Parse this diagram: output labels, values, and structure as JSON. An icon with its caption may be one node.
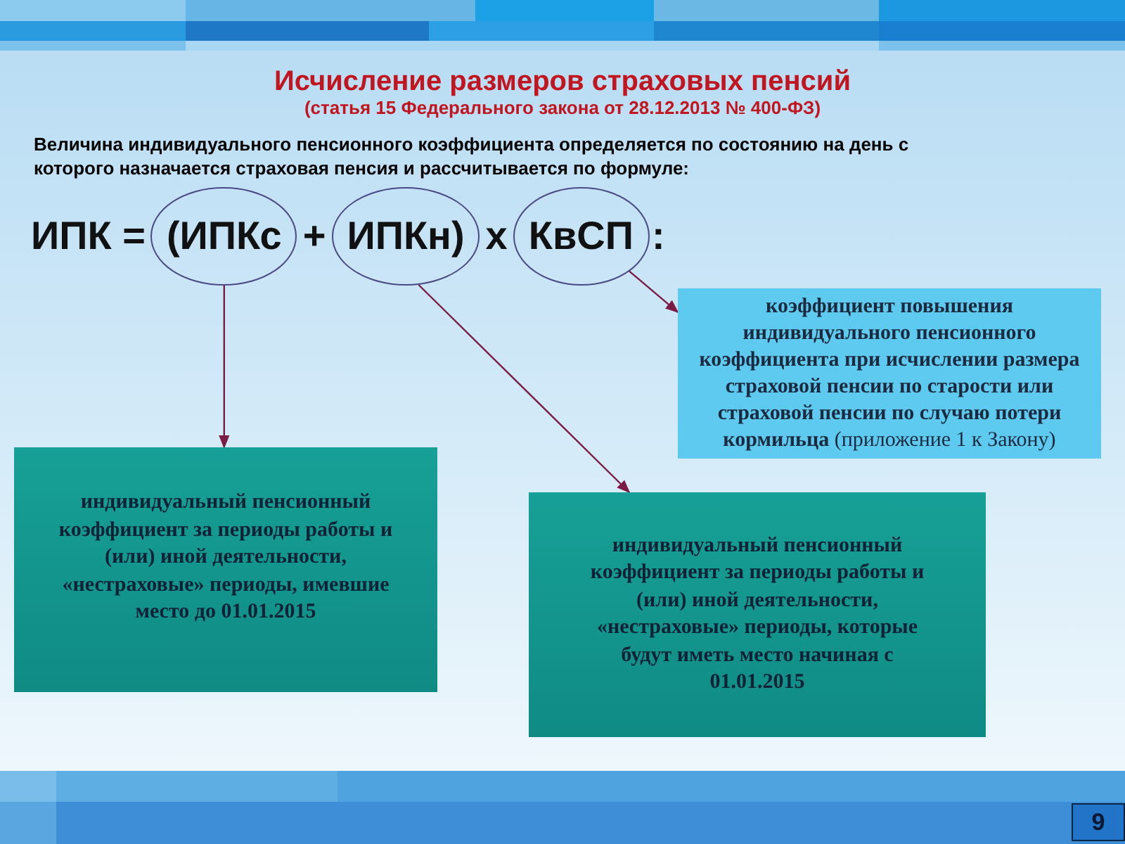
{
  "diagram": {
    "title": "Исчисление размеров страховых пенсий",
    "nodes": [
      {
        "text": [
          "(ИПКс"
        ]
      },
      {
        "text": [
          "ИПКн)"
        ]
      },
      {
        "text": [
          "КвСП"
        ]
      },
      {
        "text": [
          "**коэффициент повышения индивидуального пенсионного коэффициента при исчислении размера страховой пенсии по старости или страховой пенсии по случаю потери кормильца** (приложение 1 к Закону)"
        ]
      },
      {
        "text": [
          "индивидуальный пенсионный коэффициент за периоды работы и (или) иной деятельности, «нестраховые» периоды, имевшие место до 01.01.2015"
        ]
      },
      {
        "text": [
          "индивидуальный пенсионный коэффициент за периоды работы и (или) иной деятельности, «нестраховые» периоды, которые будут иметь место начиная с 01.01.2015"
        ]
      }
    ],
    "edges": [
      {
        "from": 0,
        "to": 4,
        "arrow": "to"
      },
      {
        "from": 1,
        "to": 5,
        "arrow": "to"
      },
      {
        "from": 2,
        "to": 3,
        "arrow": "to"
      }
    ],
    "labels": [
      "(статья 15 Федерального закона от 28.12.2013 № 400-ФЗ)",
      "Величина индивидуального пенсионного коэффициента определяется по состоянию на день с которого назначается страховая пенсия и рассчитывается по формуле:",
      "ИПК =",
      "+",
      "х",
      ":",
      "9"
    ]
  }
}
